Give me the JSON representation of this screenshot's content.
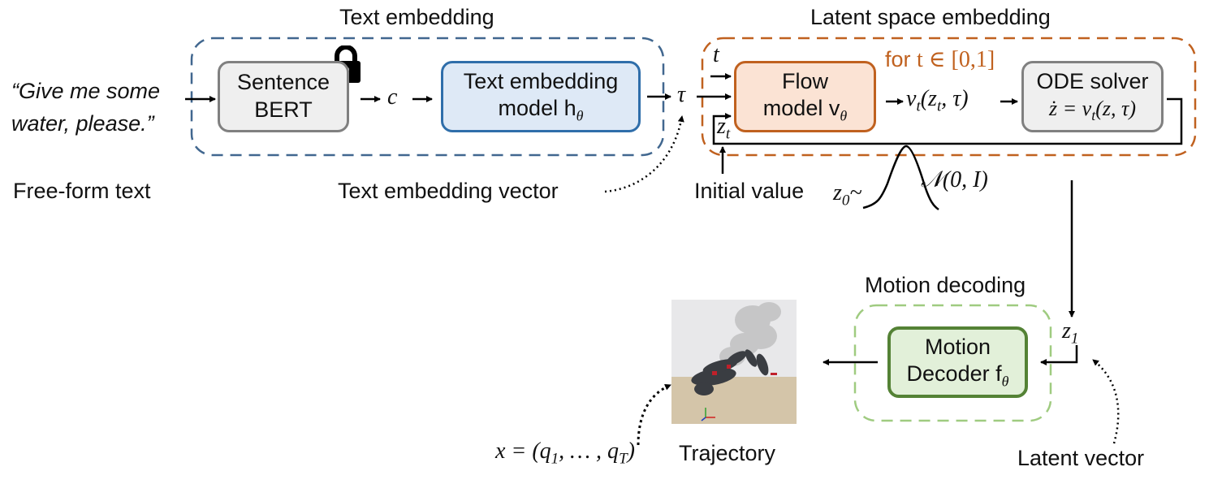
{
  "sections": {
    "text_embedding": "Text embedding",
    "latent_space_embedding": "Latent space embedding",
    "motion_decoding": "Motion decoding"
  },
  "inputs": {
    "quote_line1": "“Give me some",
    "quote_line2": "water, please.”",
    "free_form_label": "Free-form text"
  },
  "blocks": {
    "sbert_line1": "Sentence",
    "sbert_line2": "BERT",
    "text_model_line1": "Text embedding",
    "text_model_line2": "model h",
    "text_model_sub": "θ",
    "flow_line1": "Flow",
    "flow_line2": "model v",
    "flow_sub": "θ",
    "ode_line1": "ODE solver",
    "ode_line2": "ż = v",
    "ode_sub": "t",
    "ode_tail": "(z, τ)",
    "decoder_line1": "Motion",
    "decoder_line2": "Decoder f",
    "decoder_sub": "θ"
  },
  "symbols": {
    "c": "c",
    "tau": "τ",
    "t": "t",
    "z": "z",
    "z_sub_t": "t",
    "for_t_prefix": "for ",
    "for_t_math": "t ∈ [0,1]",
    "v_out": "v",
    "v_out_sub": "t",
    "v_out_tail": "(z",
    "v_out_tail_sub": "t",
    "v_out_tail_end": ", τ)",
    "z0": "z",
    "z0_sub": "0",
    "tilde": "~",
    "normal": "𝒩(0, I)",
    "z1": "z",
    "z1_sub": "1",
    "x_traj": "x = (q",
    "x_sub1": "1",
    "x_mid": ", … , q",
    "x_subT": "T",
    "x_end": ")"
  },
  "annotations": {
    "text_embedding_vector": "Text embedding vector",
    "initial_value": "Initial value",
    "trajectory": "Trajectory",
    "latent_vector": "Latent vector"
  },
  "colors": {
    "text_group": "#41678F",
    "latent_group": "#C0611F",
    "decode_group": "#9FCB80",
    "sbert_border": "#808080",
    "sbert_fill": "#EFEFEF",
    "text_model_border": "#2F6EAA",
    "text_model_fill": "#DEE9F6",
    "flow_border": "#C0611F",
    "flow_fill": "#FBE3D4",
    "ode_border": "#808080",
    "ode_fill": "#EFEFEF",
    "decoder_border": "#548235",
    "decoder_fill": "#E2F0D9",
    "for_t_color": "#C0611F"
  }
}
